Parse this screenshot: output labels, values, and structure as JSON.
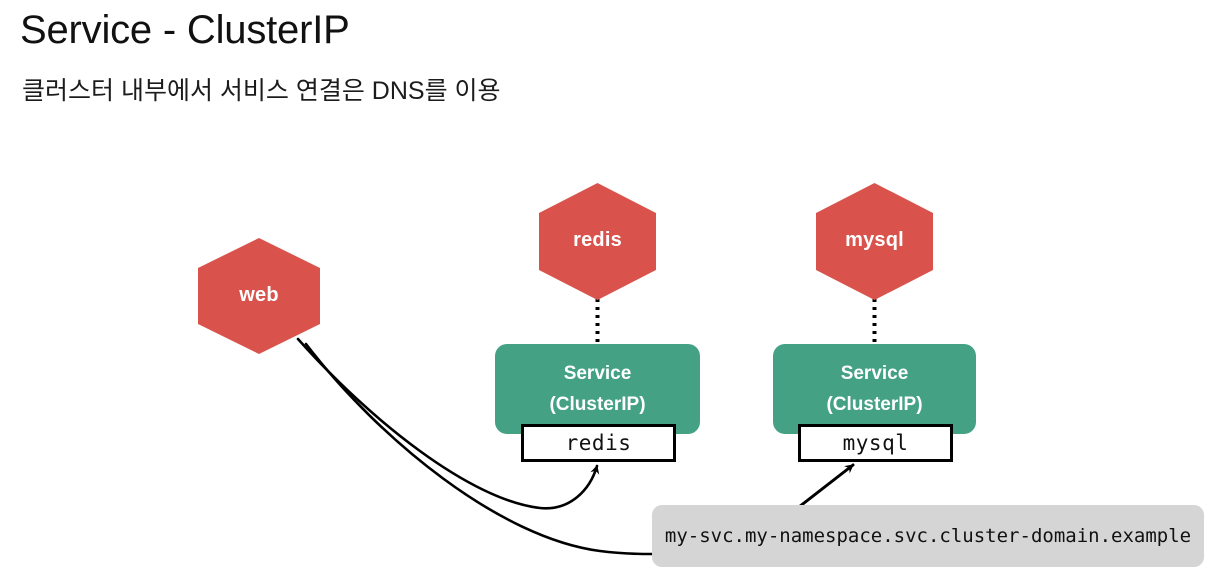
{
  "slide": {
    "title": "Service - ClusterIP",
    "subtitle": "클러스터 내부에서 서비스 연결은 DNS를 이용"
  },
  "colors": {
    "pod_red": "#d9534c",
    "service_green": "#44a184",
    "dns_gray": "#d5d5d5",
    "line_black": "#000000",
    "box_white": "#ffffff",
    "text_dark": "#111111"
  },
  "nodes": {
    "pods": [
      {
        "id": "web",
        "label": "web"
      },
      {
        "id": "redis",
        "label": "redis"
      },
      {
        "id": "mysql",
        "label": "mysql"
      }
    ],
    "services": [
      {
        "id": "redis-svc",
        "title": "Service",
        "subtitle": "(ClusterIP)",
        "name": "redis"
      },
      {
        "id": "mysql-svc",
        "title": "Service",
        "subtitle": "(ClusterIP)",
        "name": "mysql"
      }
    ],
    "dns": {
      "label": "my-svc.my-namespace.svc.cluster-domain.example"
    }
  },
  "connections": [
    {
      "from": "redis-pod",
      "to": "redis-service",
      "style": "dotted"
    },
    {
      "from": "mysql-pod",
      "to": "mysql-service",
      "style": "dotted"
    },
    {
      "from": "web-pod",
      "to": "redis-name-box",
      "style": "curved-arrow"
    },
    {
      "from": "web-pod",
      "to": "dns-callout",
      "style": "curved"
    },
    {
      "from": "dns-callout",
      "to": "mysql-name-box",
      "style": "straight-arrow"
    }
  ]
}
